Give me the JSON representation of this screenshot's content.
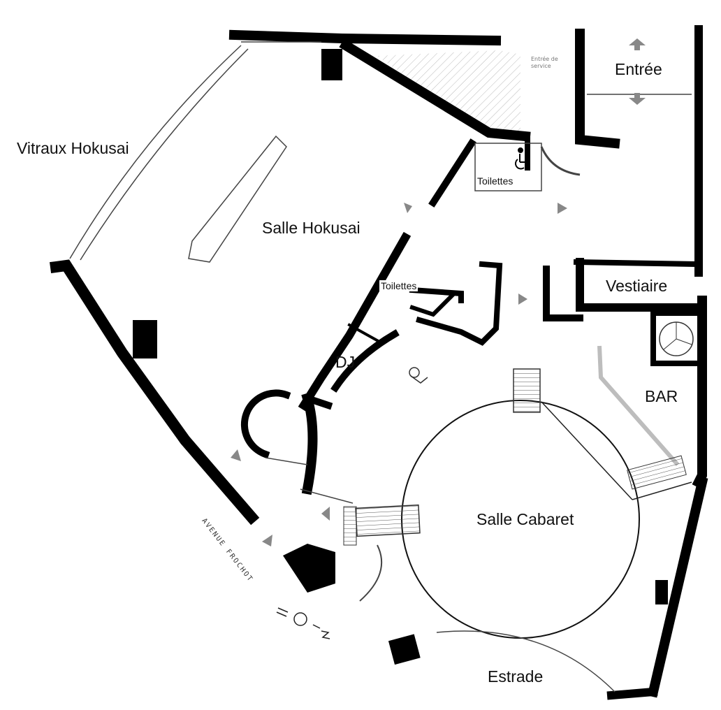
{
  "rooms": {
    "vitraux_hokusai": "Vitraux Hokusai",
    "salle_hokusai": "Salle Hokusai",
    "toilettes_top": "Toilettes",
    "toilettes_mid": "Toilettes",
    "entree": "Entrée",
    "vestiaire": "Vestiaire",
    "dj": "DJ",
    "bar": "BAR",
    "salle_cabaret": "Salle Cabaret",
    "estrade": "Estrade"
  },
  "annotations": {
    "entree_service": "Entrée de service",
    "avenue": "AVENUE FROCHOT"
  },
  "icons": {
    "accessibility": "wheelchair-icon",
    "direction": "direction-arrow-icon",
    "north": "north-arrow-icon",
    "stairs": "staircase-icon"
  },
  "colors": {
    "wall": "#000000",
    "thin_line": "#333333",
    "hatch": "#bbbbbb",
    "bar_counter": "#bdbdbd",
    "background": "#ffffff"
  }
}
